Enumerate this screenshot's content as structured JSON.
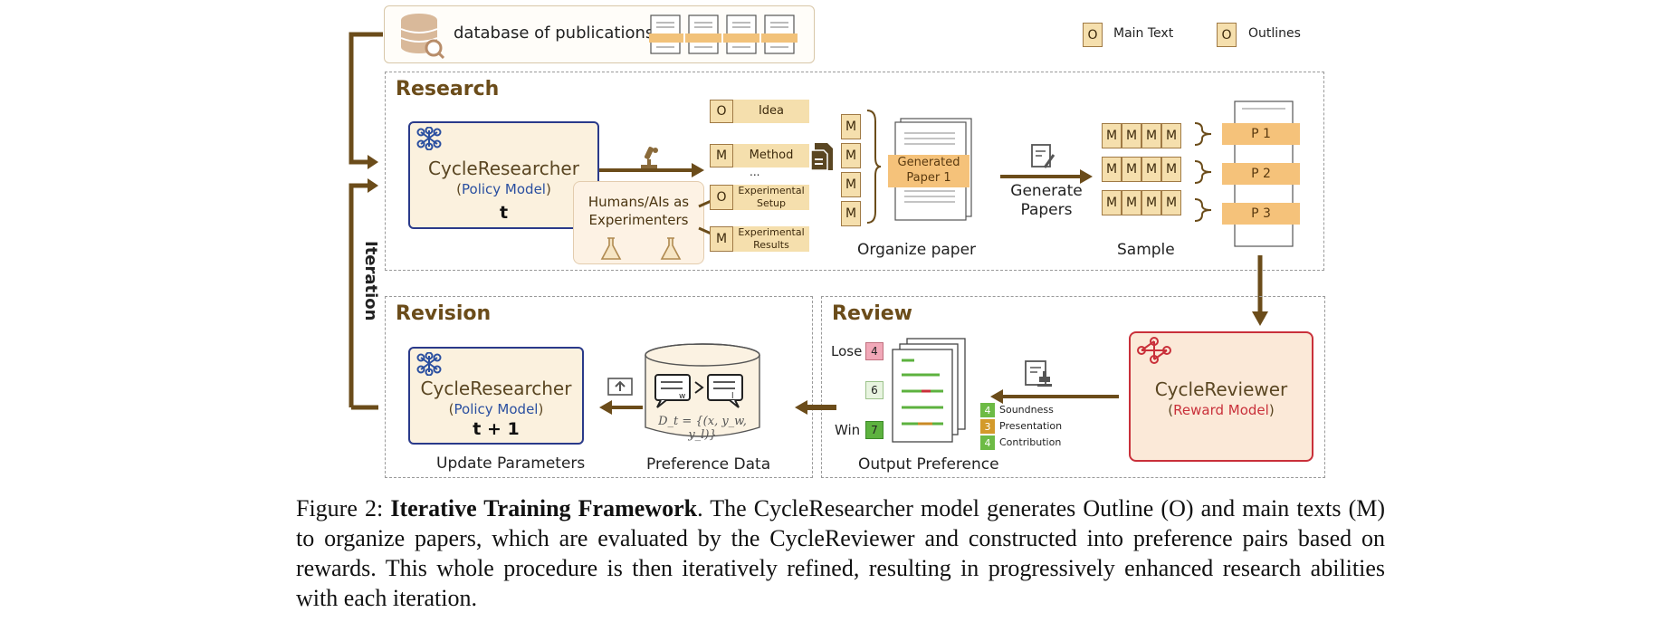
{
  "database": {
    "label": "database of publications"
  },
  "legend": [
    {
      "letter": "O",
      "label": "Main Text"
    },
    {
      "letter": "O",
      "label": "Outlines"
    }
  ],
  "sections": {
    "research": "Research",
    "revision": "Revision",
    "review": "Review"
  },
  "iteration_label": "Iteration",
  "researcher": {
    "name": "CycleResearcher",
    "role": "Policy Model",
    "step_t": "t",
    "step_t1": "t + 1"
  },
  "experimenters": {
    "label": "Humans/AIs as Experimenters"
  },
  "paper_parts": [
    {
      "letter": "O",
      "label": "Idea"
    },
    {
      "letter": "M",
      "label": "Method"
    },
    {
      "letter": "O",
      "label": "Experimental Setup"
    },
    {
      "letter": "M",
      "label": "Experimental Results"
    }
  ],
  "ellipsis": "...",
  "stack_letter": "M",
  "generated_paper": "Generated Paper 1",
  "organize_label": "Organize paper",
  "generate_label": "Generate Papers",
  "sample_label": "Sample",
  "samples": [
    "P 1",
    "P 2",
    "P 3"
  ],
  "reviewer": {
    "name": "CycleReviewer",
    "role": "Reward Model"
  },
  "scores": [
    {
      "value": "4",
      "label": "Soundness",
      "color": "#6dbb45"
    },
    {
      "value": "3",
      "label": "Presentation",
      "color": "#d39a2a"
    },
    {
      "value": "4",
      "label": "Contribution",
      "color": "#6dbb45"
    }
  ],
  "preference": {
    "lose_label": "Lose",
    "lose_value": "4",
    "mid_value": "6",
    "win_label": "Win",
    "win_value": "7"
  },
  "output_pref_label": "Output Preference",
  "pref_data_label": "Preference Data",
  "pref_formula": "D_t = {(x, y_w, y_l)}",
  "pref_w": "w",
  "pref_l": "l",
  "update_label": "Update  Parameters",
  "caption": {
    "prefix": "Figure 2: ",
    "bold": "Iterative Training Framework",
    "body": ". The CycleResearcher model generates Outline (O) and main texts (M) to organize papers, which are evaluated by the CycleReviewer and constructed into preference pairs based on rewards.  This whole procedure is then iteratively refined, resulting in progressively enhanced research abilities with each iteration."
  },
  "colors": {
    "brown": "#6b4c1a",
    "tan": "#f5dfad",
    "blue": "#2a3a8a",
    "red": "#c9303a"
  }
}
